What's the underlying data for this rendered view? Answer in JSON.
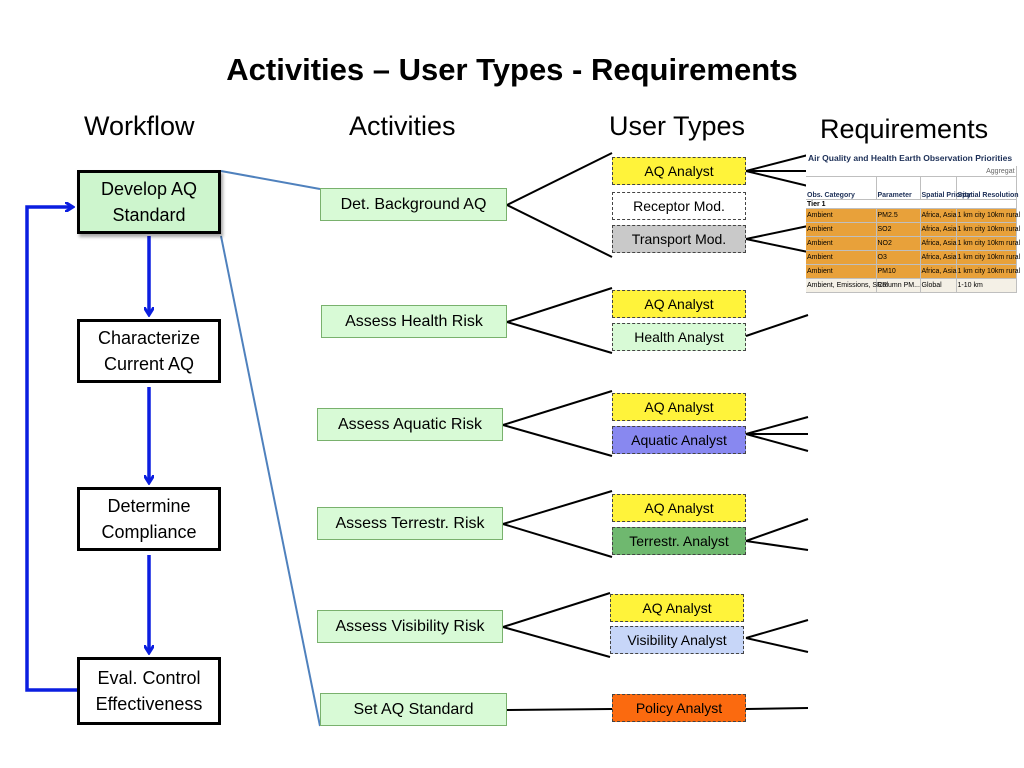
{
  "title": "Activities – User Types - Requirements",
  "headings": {
    "workflow": "Workflow",
    "activities": "Activities",
    "user_types": "User Types",
    "requirements": "Requirements"
  },
  "workflow": [
    "Develop AQ Standard",
    "Characterize Current AQ",
    "Determine Compliance",
    "Eval. Control Effectiveness"
  ],
  "activities": [
    "Det. Background AQ",
    "Assess Health Risk",
    "Assess Aquatic Risk",
    "Assess Terrestr. Risk",
    "Assess Visibility Risk",
    "Set  AQ Standard"
  ],
  "user_types": [
    {
      "label": "AQ Analyst",
      "color": "#fff33a"
    },
    {
      "label": "Receptor Mod.",
      "color": "#ffffff"
    },
    {
      "label": "Transport Mod.",
      "color": "#c9c9c9"
    },
    {
      "label": "AQ Analyst",
      "color": "#fff33a"
    },
    {
      "label": "Health Analyst",
      "color": "#d8fad6"
    },
    {
      "label": "AQ Analyst",
      "color": "#fff33a"
    },
    {
      "label": "Aquatic Analyst",
      "color": "#8888f0"
    },
    {
      "label": "AQ Analyst",
      "color": "#fff33a"
    },
    {
      "label": "Terrestr. Analyst",
      "color": "#6fb86f"
    },
    {
      "label": "AQ Analyst",
      "color": "#fff33a"
    },
    {
      "label": "Visibility Analyst",
      "color": "#c7d6f8"
    },
    {
      "label": "Policy Analyst",
      "color": "#fb6a0f"
    }
  ],
  "requirements_table": {
    "title": "Air Quality and Health Earth Observation Priorities",
    "top_right": "Aggregat",
    "headers": [
      "Obs. Category",
      "Parameter",
      "Spatial Priority",
      "Spatial Resolution"
    ],
    "tier": "Tier 1",
    "rows": [
      [
        "Ambient",
        "PM2.5",
        "Africa, Asia",
        "1 km city   10km rural"
      ],
      [
        "Ambient",
        "SO2",
        "Africa, Asia",
        "1 km city   10km rural"
      ],
      [
        "Ambient",
        "NO2",
        "Africa, Asia",
        "1 km city   10km rural"
      ],
      [
        "Ambient",
        "O3",
        "Africa, Asia",
        "1 km city   10km rural"
      ],
      [
        "Ambient",
        "PM10",
        "Africa, Asia",
        "1 km city   10km rural"
      ],
      [
        "Ambient, Emissions, SRR",
        "Column PM...",
        "Global",
        "1-10 km"
      ]
    ]
  },
  "colors": {
    "workflow_arrow": "#0b1ee0",
    "link_line": "#4f81bd",
    "activity_fill": "#d8fad6",
    "activity_border": "#79b16d",
    "table_data_fill": "#e8a13a"
  }
}
